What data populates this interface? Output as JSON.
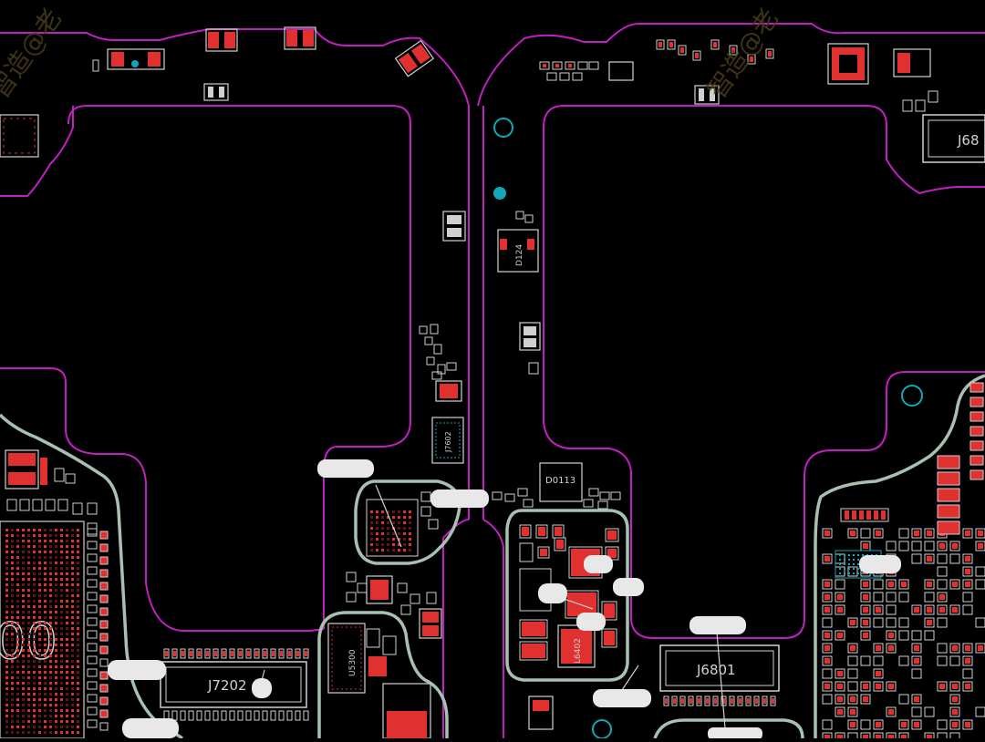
{
  "board": {
    "colors": {
      "background": "#000000",
      "outline": "#c020c0",
      "pad": "#e03030",
      "silkscreen": "#d0d0d0",
      "shield": "#a8c0b0",
      "via": "#10a8b8",
      "label_blob": "#e8e8e8"
    },
    "labels": {
      "j7202": "J7202",
      "j6801": "J6801",
      "j68": "J68",
      "d0113": "D0113",
      "u5300": "U5300",
      "l6402": "L6402",
      "d124": "D124",
      "j7602": "J7602",
      "big_00": "00"
    },
    "watermarks": [
      "智造@老",
      "智造@老"
    ]
  }
}
